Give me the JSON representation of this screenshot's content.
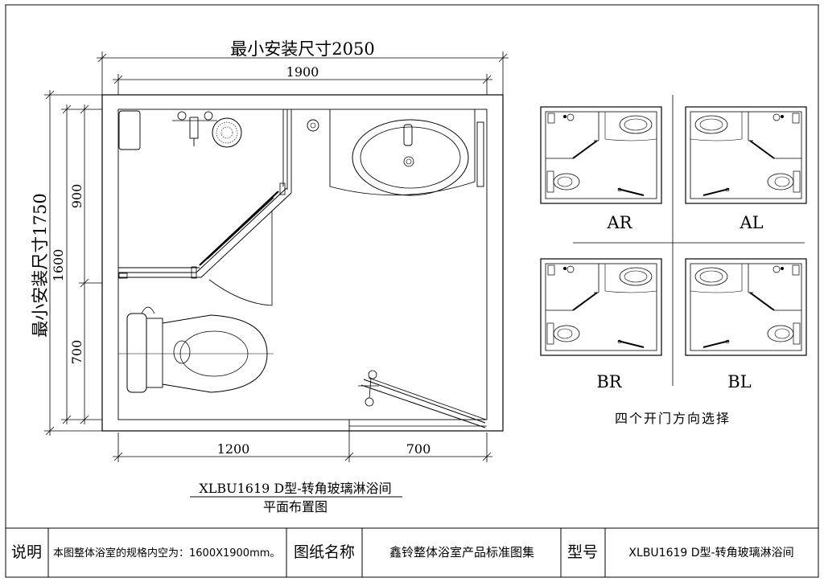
{
  "dimensions": {
    "min_install_width": "最小安装尺寸2050",
    "inner_width": "1900",
    "min_install_depth": "最小安装尺寸1750",
    "inner_depth": "1600",
    "upper_depth": "900",
    "lower_depth": "700",
    "bottom_left": "1200",
    "bottom_right": "700"
  },
  "orientations": [
    {
      "label": "AR"
    },
    {
      "label": "AL"
    },
    {
      "label": "BR"
    },
    {
      "label": "BL"
    }
  ],
  "orientation_caption": "四个开门方向选择",
  "drawing_title": "XLBU1619 D型-转角玻璃淋浴间",
  "drawing_subtitle": "平面布置图",
  "title_block": {
    "note_label": "说明",
    "note_text": "本图整体浴室的规格内空为：1600X1900mm。",
    "drawing_name_label": "图纸名称",
    "drawing_name_value": "鑫铃整体浴室产品标准图集",
    "model_label": "型号",
    "model_value": "XLBU1619 D型-转角玻璃淋浴间"
  }
}
